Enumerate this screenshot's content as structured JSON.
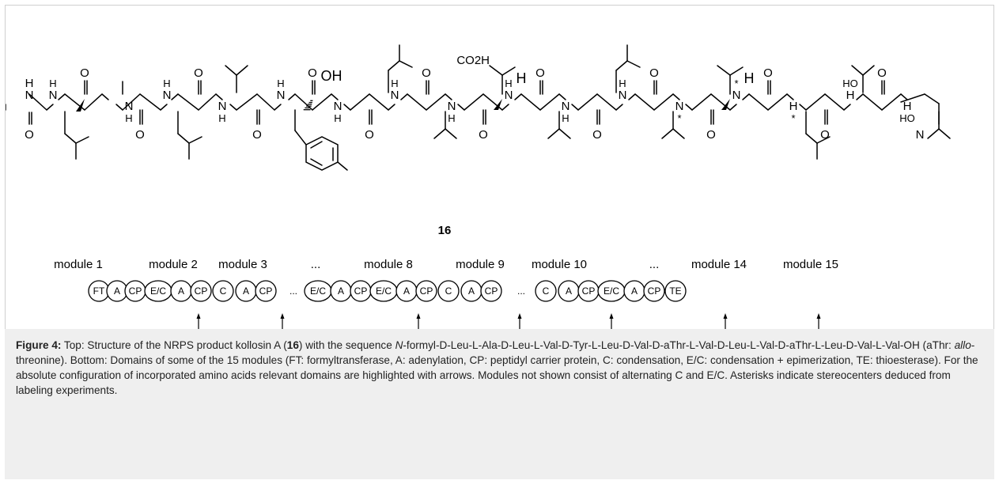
{
  "compound_number": "16",
  "modules": {
    "labels": [
      "module 1",
      "module 2",
      "module 3",
      "...",
      "module 8",
      "module 9",
      "module 10",
      "...",
      "module 14",
      "module 15"
    ],
    "domains": [
      "FT",
      "A",
      "CP",
      "E/C",
      "A",
      "CP",
      "C",
      "A",
      "CP",
      "...",
      "E/C",
      "A",
      "CP",
      "E/C",
      "A",
      "CP",
      "C",
      "A",
      "CP",
      "...",
      "C",
      "A",
      "CP",
      "E/C",
      "A",
      "CP",
      "TE"
    ]
  },
  "atom_labels": [
    "H",
    "N",
    "O",
    "O",
    "O",
    "O",
    "O",
    "O",
    "O",
    "O",
    "O",
    "O",
    "O",
    "O",
    "O",
    "O",
    "O",
    "O",
    "N",
    "N",
    "N",
    "N",
    "N",
    "N",
    "N",
    "N",
    "N",
    "N",
    "N",
    "N",
    "N",
    "N",
    "H",
    "H",
    "H",
    "H",
    "H",
    "H",
    "H",
    "H",
    "H",
    "H",
    "H",
    "H",
    "H",
    "H",
    "*",
    "*",
    "*",
    "HO",
    "HO",
    "OH",
    "H",
    "H",
    "CO2H"
  ],
  "caption": {
    "figure_label": "Figure 4:",
    "t1": " Top: Structure of the NRPS product kollosin A (",
    "t2": "16",
    "t3": ") with the sequence ",
    "t4": "N",
    "t5": "-formyl-D-Leu-L-Ala-D-Leu-L-Val-D-Tyr-L-Leu-D-Val-D-aThr-L-Val-D-Leu-L-Val-D-aThr-L-Leu-D-Val-L-Val-OH (aThr: ",
    "t6": "allo",
    "t7": "-threonine). Bottom: Domains of some of the 15 modules (FT: formyltransferase, A: adenylation, CP: peptidyl carrier protein, C: condensation, E/C: condensation + epimerization, TE: thioesterase). For the absolute configuration of incorporated amino acids relevant domains are highlighted with arrows. Modules not shown consist of alternating C and E/C. Asterisks indicate stereocenters deduced from labeling experiments."
  }
}
